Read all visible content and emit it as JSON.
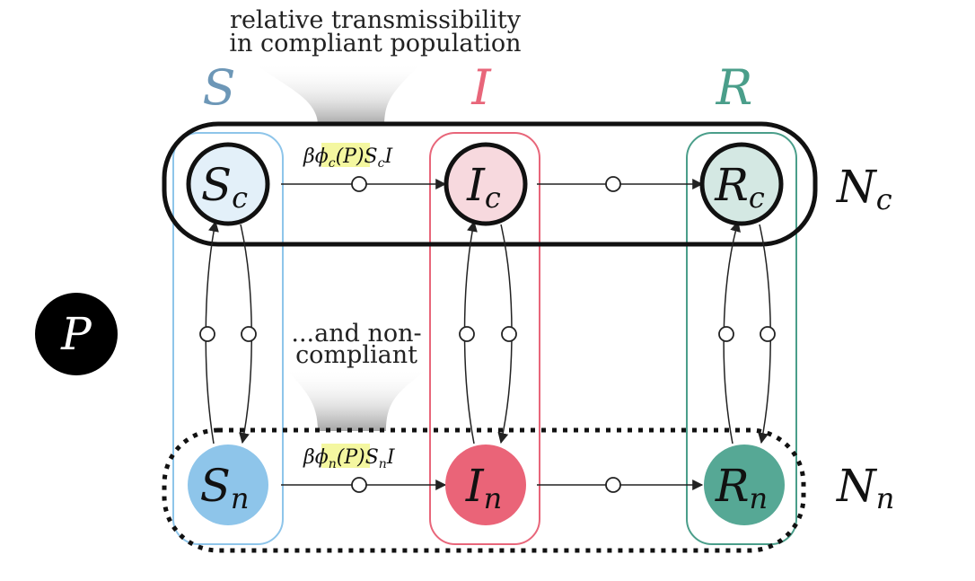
{
  "annotations": {
    "top_line1": "relative transmissibility",
    "top_line2": "in compliant population",
    "mid_line1": "...and non-",
    "mid_line2": "compliant"
  },
  "columns": {
    "S": "S",
    "I": "I",
    "R": "R"
  },
  "nodes": {
    "Sc": {
      "main": "S",
      "sub": "c"
    },
    "Ic": {
      "main": "I",
      "sub": "c"
    },
    "Rc": {
      "main": "R",
      "sub": "c"
    },
    "Sn": {
      "main": "S",
      "sub": "n"
    },
    "In": {
      "main": "I",
      "sub": "n"
    },
    "Rn": {
      "main": "R",
      "sub": "n"
    },
    "P": {
      "main": "P"
    }
  },
  "groups": {
    "Nc": {
      "main": "N",
      "sub": "c"
    },
    "Nn": {
      "main": "N",
      "sub": "n"
    }
  },
  "rates": {
    "compliant": {
      "pre": "β",
      "phi": "ϕ",
      "phi_sub": "c",
      "arg": "(P)",
      "post": "S",
      "post_sub": "c",
      "tail": "I"
    },
    "noncompliant": {
      "pre": "β",
      "phi": "ϕ",
      "phi_sub": "n",
      "arg": "(P)",
      "post": "S",
      "post_sub": "n",
      "tail": "I"
    }
  },
  "colors": {
    "S_accent": "#6d97b7",
    "I_accent": "#e8667a",
    "R_accent": "#4a9e8a",
    "Sc_fill": "#e3f0f9",
    "Ic_fill": "#f7d9de",
    "Rc_fill": "#d4e8e3",
    "Sn_fill": "#8ec5ea",
    "In_fill": "#ea6478",
    "Rn_fill": "#56a895",
    "highlight": "#f4f7a0"
  }
}
